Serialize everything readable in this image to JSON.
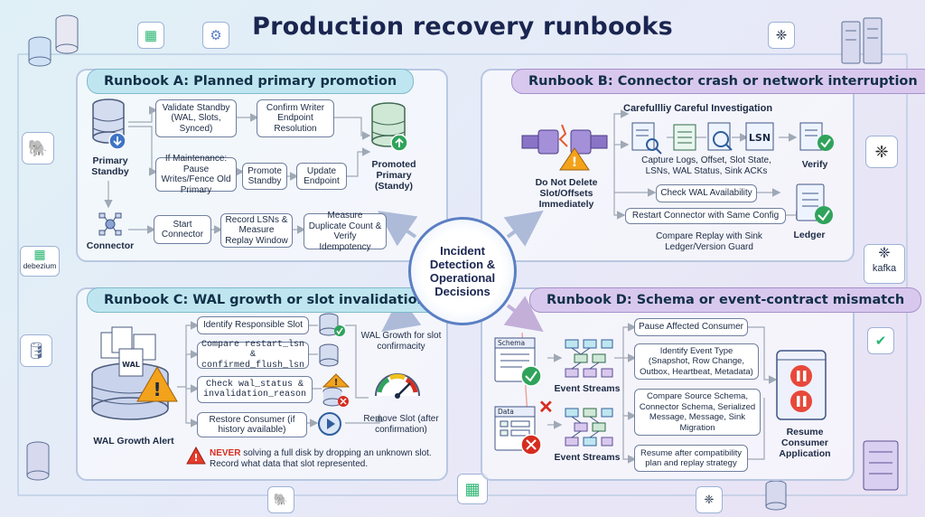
{
  "title": "Production recovery runbooks",
  "center": "Incident Detection & Operational Decisions",
  "runbook_a": {
    "header": "Runbook A: Planned primary promotion",
    "primary_standby": "Primary Standby",
    "connector": "Connector",
    "validate_standby": "Validate Standby (WAL, Slots, Synced)",
    "confirm_writer": "Confirm Writer Endpoint Resolution",
    "if_maintenance": "If Maintenance: Pause Writes/Fence Old Primary",
    "promote_standby": "Promote Standby",
    "update_endpoint": "Update Endpoint",
    "promoted_primary": "Promoted Primary (Standy)",
    "start_connector": "Start Connector",
    "record_lsns": "Record LSNs & Measure Replay Window",
    "measure_duplicate": "Measure Duplicate Count & Verify Idempotency"
  },
  "runbook_b": {
    "header": "Runbook B: Connector crash or network interruption",
    "careful": "Carefullliy Careful Investigation",
    "do_not_delete": "Do Not Delete Slot/Offsets Immediately",
    "capture": "Capture Logs, Offset, Slot State, LSNs, WAL Status, Sink ACKs",
    "verify": "Verify",
    "lsn": "LSN",
    "check_wal": "Check WAL Availability",
    "restart": "Restart Connector with Same Config",
    "compare_replay": "Compare Replay with Sink Ledger/Version Guard",
    "ledger": "Ledger"
  },
  "runbook_c": {
    "header": "Runbook C: WAL growth or slot invalidation",
    "identify_slot": "Identify Responsible Slot",
    "compare_restart": "Compare restart_lsn & confirmed_flush_lsn",
    "check_wal_status": "Check wal_status & invalidation_reason",
    "restore_consumer": "Restore Consumer (if history available)",
    "wal_growth_conf": "WAL Growth for slot confirmacity",
    "remove_slot": "Remove Slot (after confirmation)",
    "wal_alert": "WAL Growth Alert",
    "wal_doc": "WAL",
    "never_word": "NEVER",
    "never_rest": " solving a full disk by dropping an unknown slot. Record what data that slot represented."
  },
  "runbook_d": {
    "header": "Runbook D: Schema or event-contract mismatch",
    "schema": "Schema",
    "data": "Data",
    "event_streams_1": "Event Streams",
    "event_streams_2": "Event Streams",
    "pause_consumer": "Pause Affected Consumer",
    "identify_event": "Identify Event Type (Snapshot, Row Change, Outbox, Heartbeat, Metadata)",
    "compare_source": "Compare Source Schema, Connector Schema, Serialized Message, Message, Sink Migration",
    "resume_after": "Resume after compatibility plan and replay strategy",
    "resume_consumer": "Resume Consumer Application"
  },
  "side": {
    "debezium": "debezium",
    "kafka": "kafka"
  },
  "colors": {
    "a_head": "#bfe6f0",
    "b_head": "#d9c8ee",
    "c_head": "#bfe6f0",
    "d_head": "#d9c8ee",
    "accent": "#5b7fc4",
    "warning": "#d62d20"
  }
}
